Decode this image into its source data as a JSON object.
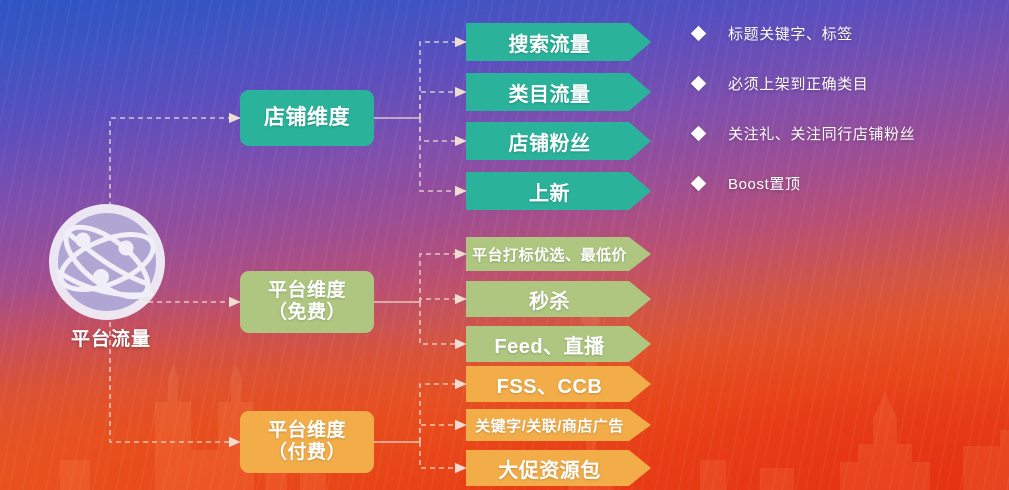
{
  "root": {
    "label": "平台流量",
    "icon": "globe-network-icon"
  },
  "branches": [
    {
      "id": "store",
      "label": "店铺维度",
      "color": "#2bb29b",
      "children": [
        {
          "label": "搜索流量",
          "fontsize": 20
        },
        {
          "label": "类目流量",
          "fontsize": 20
        },
        {
          "label": "店铺粉丝",
          "fontsize": 20
        },
        {
          "label": "上新",
          "fontsize": 20
        }
      ]
    },
    {
      "id": "platform-free",
      "label": "平台维度\n（免费）",
      "line1": "平台维度",
      "line2": "（免费）",
      "color": "#aec67f",
      "children": [
        {
          "label": "平台打标优选、最低价",
          "fontsize": 15
        },
        {
          "label": "秒杀",
          "fontsize": 20
        },
        {
          "label": "Feed、直播",
          "fontsize": 20
        }
      ]
    },
    {
      "id": "platform-paid",
      "line1": "平台维度",
      "line2": "（付费）",
      "color": "#f2ad49",
      "children": [
        {
          "label": "FSS、CCB",
          "fontsize": 20
        },
        {
          "label": "关键字/关联/商店广告",
          "fontsize": 15
        },
        {
          "label": "大促资源包",
          "fontsize": 20
        }
      ]
    }
  ],
  "notes": [
    {
      "bullet": "diamond-bullet-icon",
      "text": "标题关键字、标签"
    },
    {
      "bullet": "diamond-bullet-icon",
      "text": "必须上架到正确类目"
    },
    {
      "bullet": "diamond-bullet-icon",
      "text": "关注礼、关注同行店铺粉丝"
    },
    {
      "bullet": "diamond-bullet-icon",
      "text": "Boost置顶"
    }
  ],
  "palette": {
    "teal": "#2bb29b",
    "green": "#aec67f",
    "amber": "#f2ad49",
    "connector": "#f0ddd4",
    "globe_fill": "#b0a6d4",
    "globe_ring": "#f0eef7"
  }
}
